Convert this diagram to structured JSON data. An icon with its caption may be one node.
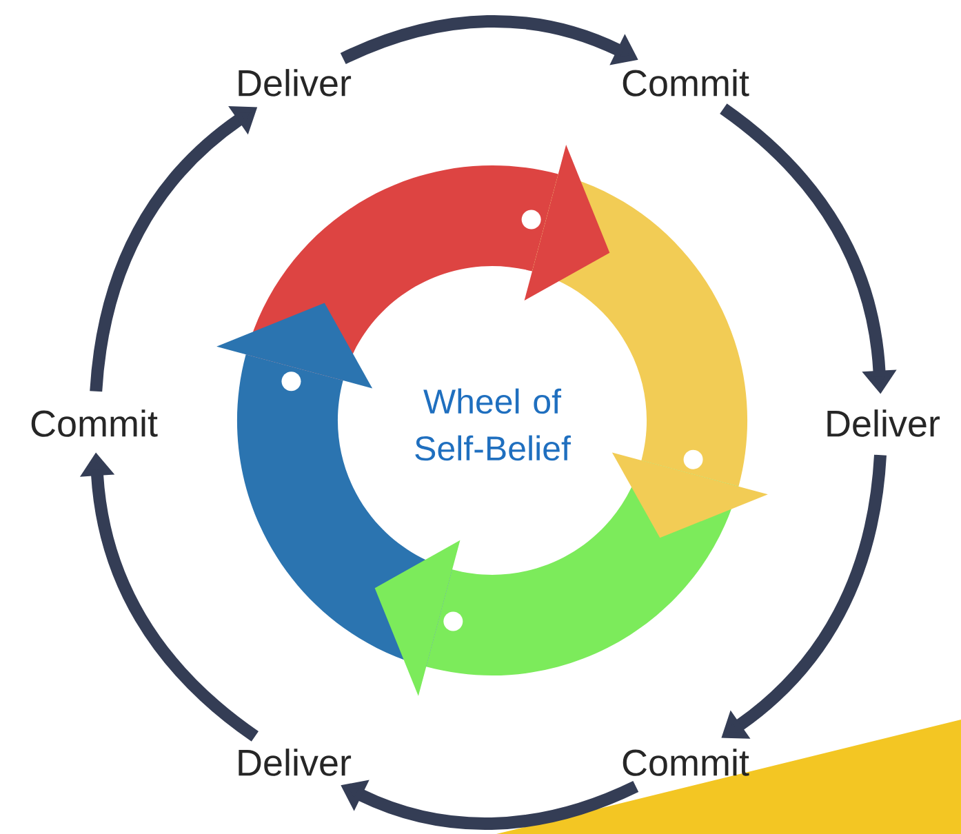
{
  "diagram": {
    "nodes": [
      {
        "text": [
          "Deliver"
        ]
      },
      {
        "text": [
          "Commit"
        ]
      },
      {
        "text": [
          "Commit"
        ]
      },
      {
        "text": [
          "Wheel of Self-Belief"
        ]
      },
      {
        "text": [
          "Deliver"
        ]
      },
      {
        "text": [
          "Deliver"
        ]
      },
      {
        "text": [
          "Commit"
        ]
      }
    ],
    "edges": [
      {
        "from": 0,
        "to": 1,
        "arrow": "to"
      },
      {
        "from": 1,
        "to": 4,
        "arrow": "to"
      },
      {
        "from": 4,
        "to": 6,
        "arrow": "to"
      },
      {
        "from": 6,
        "to": 5,
        "arrow": "to"
      },
      {
        "from": 5,
        "to": 2,
        "arrow": "to"
      },
      {
        "from": 2,
        "to": 0,
        "arrow": "to"
      }
    ]
  }
}
